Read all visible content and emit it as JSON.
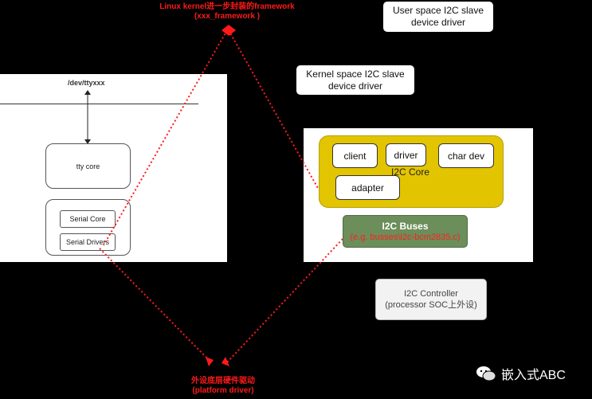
{
  "top_title": {
    "line1": "Linux kernel进一步封装的framework",
    "line2": "(xxx_framework )"
  },
  "user_space_box": {
    "line1": "User space I2C slave",
    "line2": "device driver"
  },
  "kernel_space_box": {
    "line1": "Kernel space I2C slave",
    "line2": "device driver"
  },
  "tty_panel": {
    "dev_label": "/dev/ttyxxx",
    "tty_core": "tty core",
    "serial_core": "Serial Core",
    "serial_drivers": "Serial Drivers"
  },
  "i2c_panel": {
    "client": "client",
    "driver": "driver",
    "char_dev": "char dev",
    "i2c_core": "I2C Core",
    "adapter": "adapter",
    "buses_title": "I2C Buses",
    "buses_sub": "(e.g. busses\\i2c-bcm2835.c)"
  },
  "controller_box": {
    "line1": "I2C Controller",
    "line2": "(processor SOC上外设)"
  },
  "bottom_title": {
    "line1": "外设底层硬件驱动",
    "line2": "(platform driver)"
  },
  "watermark": "嵌入式ABC",
  "colors": {
    "arrow": "#ff1a1a",
    "yellow": "#e2c400",
    "buses": "#6b8e5a"
  }
}
